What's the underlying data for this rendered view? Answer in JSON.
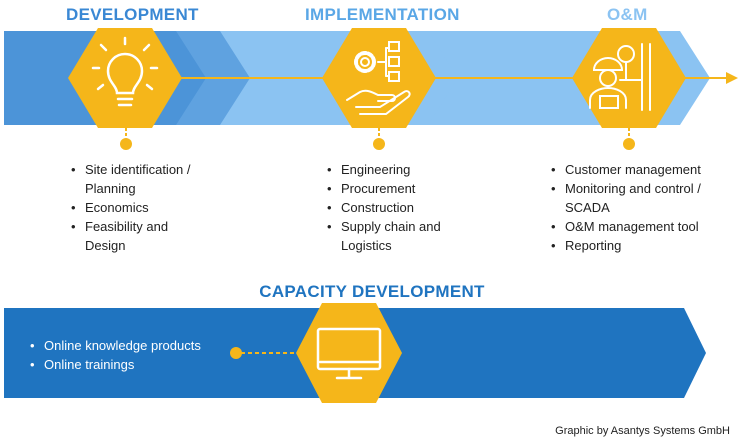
{
  "colors": {
    "accent_blue": "#4C94D8",
    "light_blue": "#8BC3F2",
    "band_blue": "#1F74C0",
    "yellow": "#F5B61A",
    "white": "#FFFFFF",
    "text": "#222222"
  },
  "phases": [
    {
      "title": "DEVELOPMENT",
      "icon": "lightbulb-icon",
      "items": [
        "Site identification /",
        "Planning",
        "Economics",
        "Feasibility and",
        "Design"
      ],
      "bullet_flags": [
        true,
        false,
        true,
        true,
        false
      ]
    },
    {
      "title": "IMPLEMENTATION",
      "icon": "gear-hand-icon",
      "items": [
        "Engineering",
        "Procurement",
        "Construction",
        "Supply chain and",
        "Logistics"
      ],
      "bullet_flags": [
        true,
        true,
        true,
        true,
        false
      ]
    },
    {
      "title": "O&M",
      "icon": "worker-monitoring-icon",
      "items": [
        "Customer management",
        "Monitoring and control /",
        "SCADA",
        "O&M management tool",
        "Reporting"
      ],
      "bullet_flags": [
        true,
        true,
        false,
        true,
        true
      ]
    }
  ],
  "capacity": {
    "title": "CAPACITY DEVELOPMENT",
    "icon": "monitor-icon",
    "items": [
      "Online knowledge products",
      "Online trainings"
    ]
  },
  "credit": "Graphic by Asantys Systems GmbH"
}
